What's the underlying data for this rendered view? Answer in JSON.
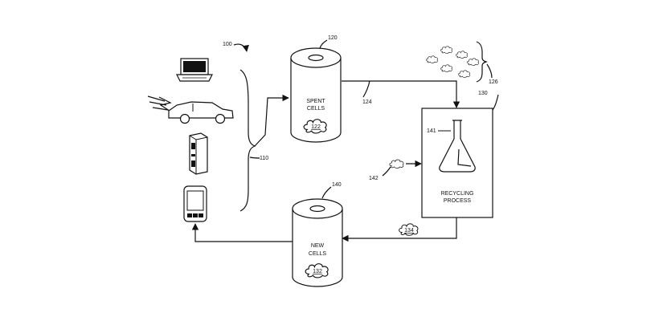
{
  "diagram": {
    "labels": {
      "system": "100",
      "spent_container": "120",
      "spent_text_1": "SPENT",
      "spent_text_2": "CELLS",
      "spent_cloud": "122",
      "arrow_to_recycle": "124",
      "cloud_group": "126",
      "recycle_box": "130",
      "flask": "141",
      "input_cloud": "142",
      "recycle_text_1": "RECYCLING",
      "recycle_text_2": "PROCESS",
      "output_cloud": "134",
      "new_container": "140",
      "new_text_1": "NEW",
      "new_text_2": "CELLS",
      "new_cloud": "132",
      "devices_brace": "110"
    },
    "devices": [
      "laptop-icon",
      "car-icon",
      "server-icon",
      "phone-icon"
    ]
  }
}
